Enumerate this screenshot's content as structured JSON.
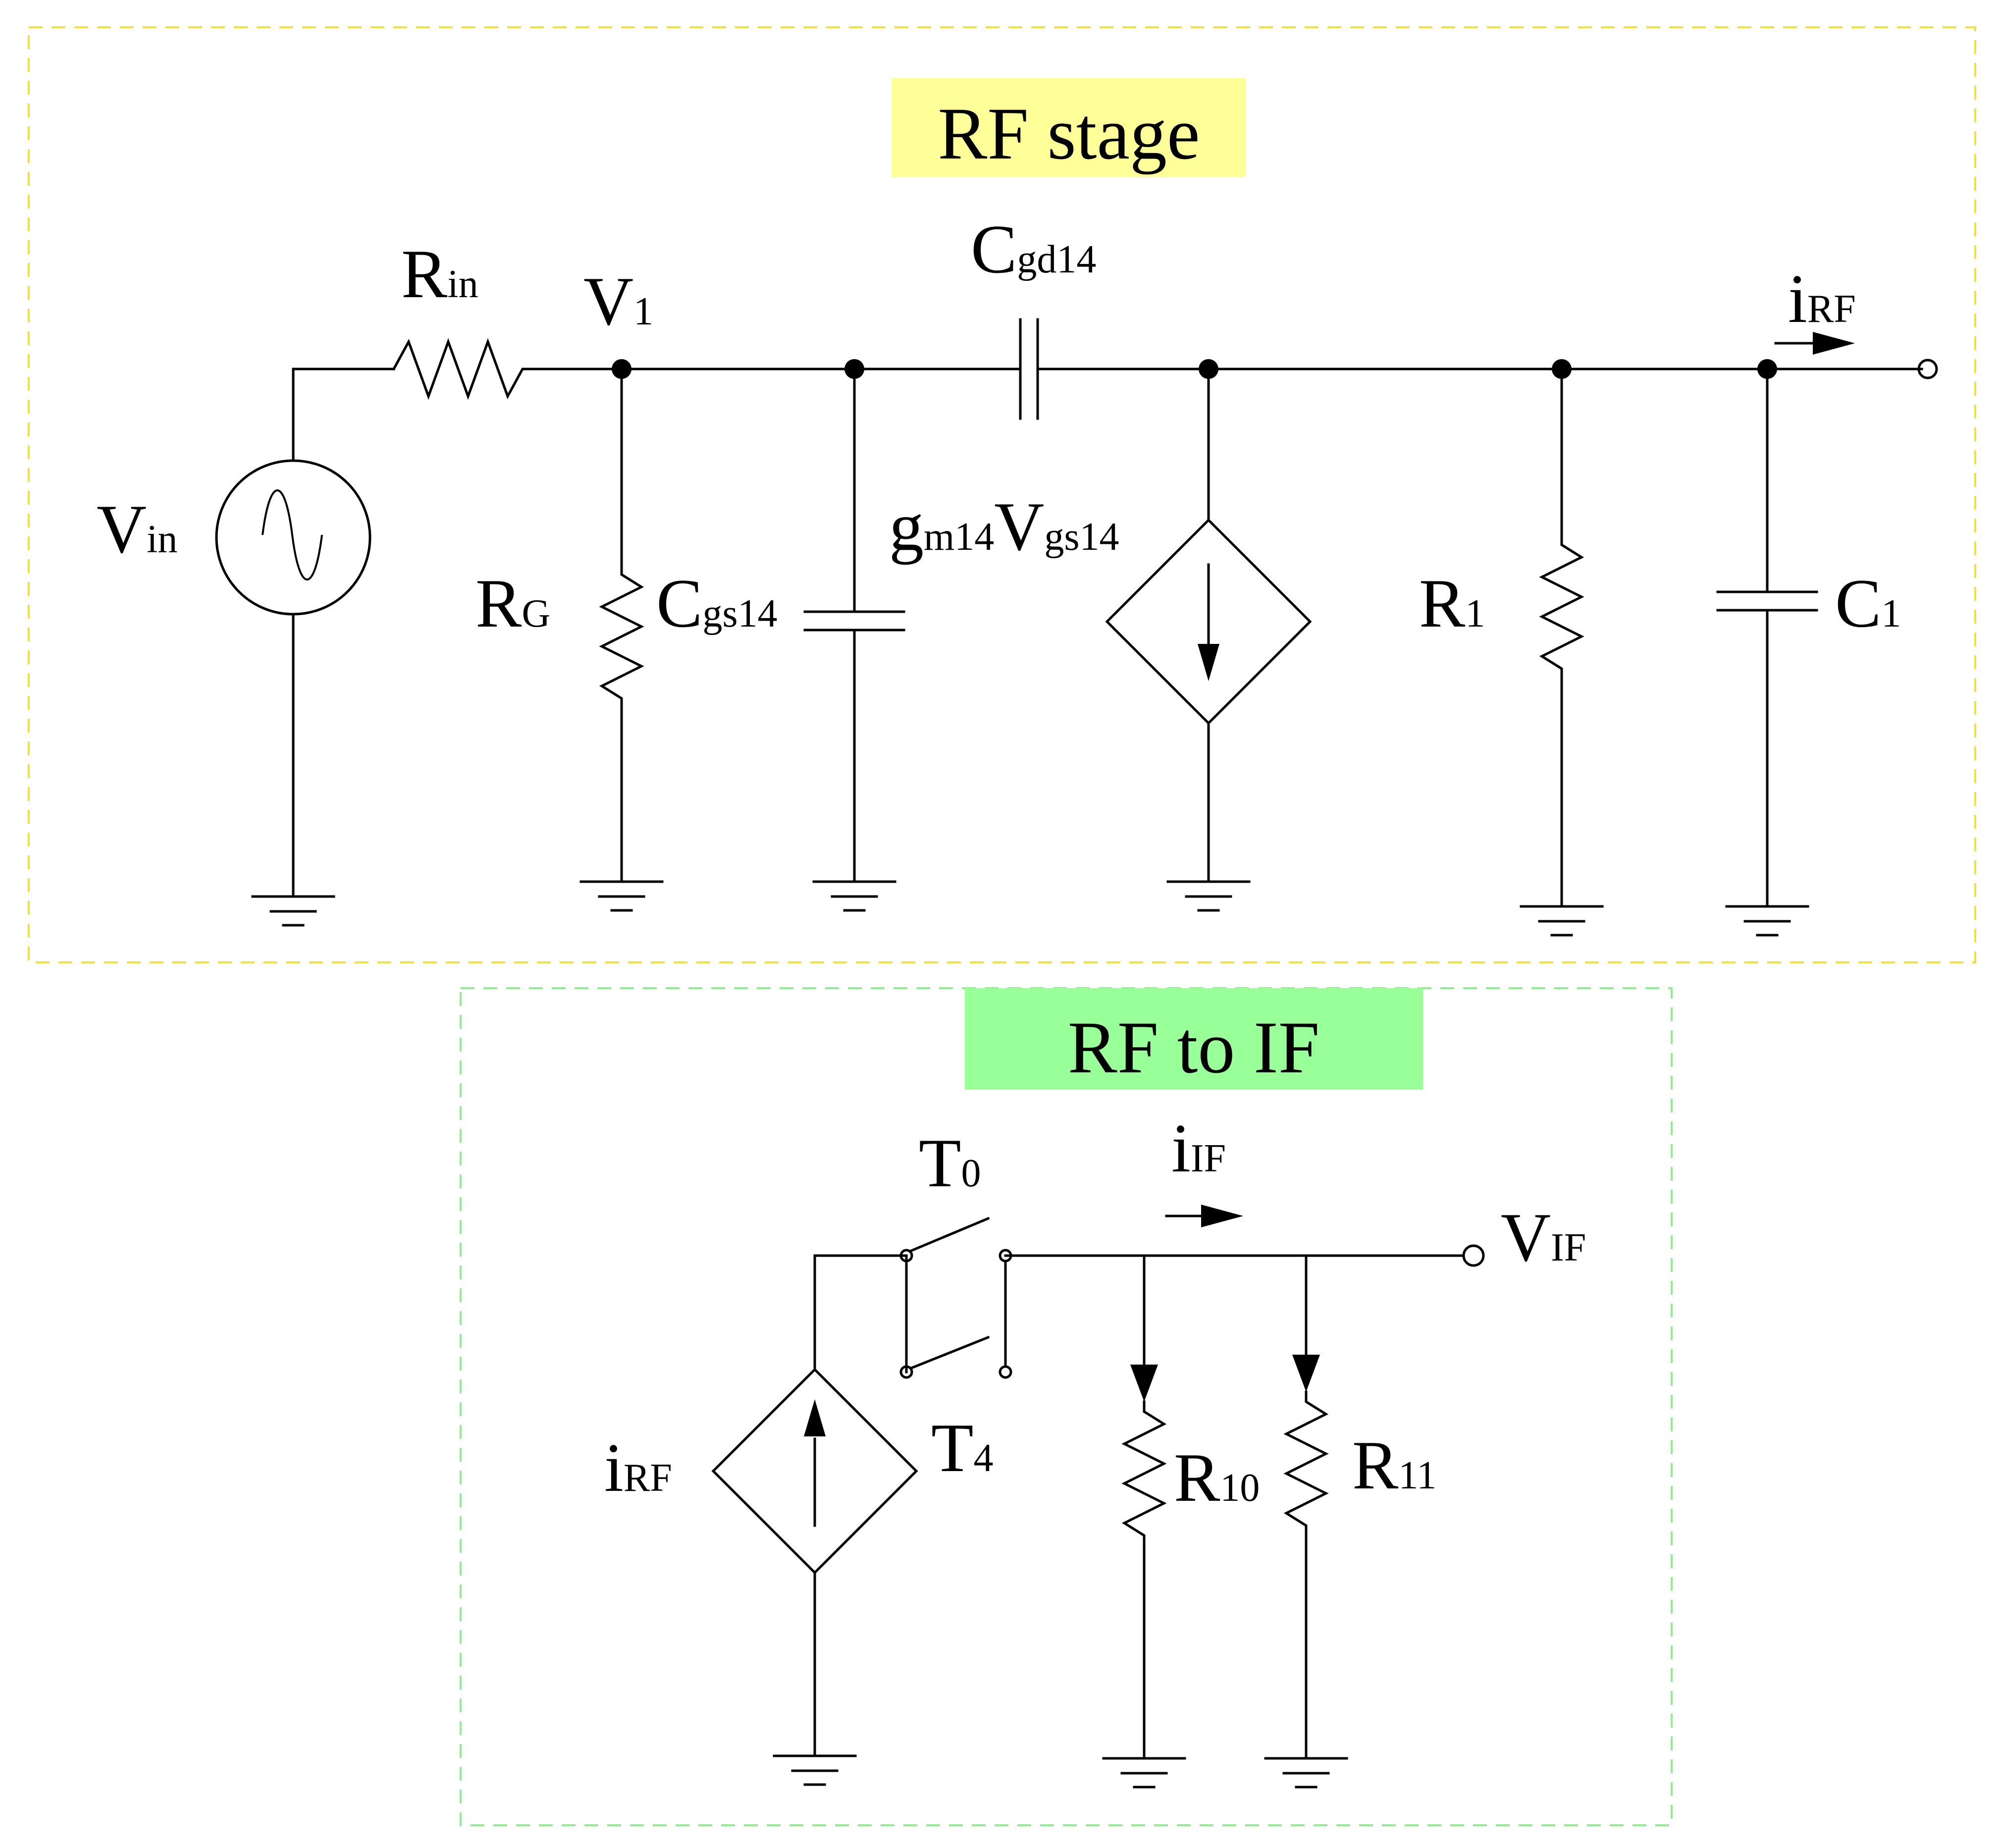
{
  "sections": {
    "rf_stage": {
      "title": "RF stage",
      "bg_color": "#ffff99",
      "border_color": "#f0e040"
    },
    "rf_to_if": {
      "title": "RF to IF",
      "bg_color": "#99ff99",
      "border_color": "#90ee90"
    }
  },
  "labels": {
    "rin": {
      "main": "R",
      "sub": "in"
    },
    "v1": {
      "main": "V",
      "sub": "1"
    },
    "cgd": {
      "main": "C",
      "sub": "gd14"
    },
    "irf_out": {
      "main": "i",
      "sub": "RF"
    },
    "vin": {
      "main": "V",
      "sub": "in"
    },
    "rg": {
      "main": "R",
      "sub": "G"
    },
    "cgs": {
      "main": "C",
      "sub": "gs14"
    },
    "gm_g": {
      "main": "g",
      "sub": "m14"
    },
    "gm_v": {
      "main": "V",
      "sub": "gs14"
    },
    "r1": {
      "main": "R",
      "sub": "1"
    },
    "c1": {
      "main": "C",
      "sub": "1"
    },
    "t0": {
      "main": "T",
      "sub": "0"
    },
    "iif": {
      "main": "i",
      "sub": "IF"
    },
    "vif": {
      "main": "V",
      "sub": "IF"
    },
    "irf_src": {
      "main": "i",
      "sub": "RF"
    },
    "t4": {
      "main": "T",
      "sub": "4"
    },
    "r10": {
      "main": "R",
      "sub": "10"
    },
    "r11": {
      "main": "R",
      "sub": "11"
    }
  }
}
